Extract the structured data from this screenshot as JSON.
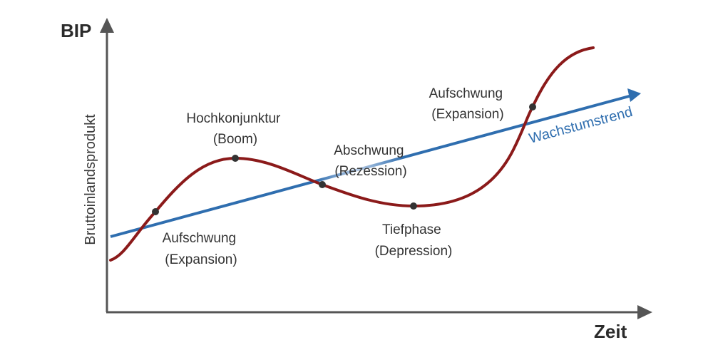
{
  "axes": {
    "y_title": "BIP",
    "y_description": "Bruttoinlandsprodukt",
    "x_title": "Zeit"
  },
  "trend": {
    "label": "Wachstumstrend",
    "color": "#2f6eaf"
  },
  "cycle": {
    "color": "#8b1a1a"
  },
  "phases": {
    "aufschwung_1": {
      "line1": "Aufschwung",
      "line2": "(Expansion)"
    },
    "hochkonjunktur": {
      "line1": "Hochkonjunktur",
      "line2": "(Boom)"
    },
    "abschwung": {
      "line1": "Abschwung",
      "line2": "(Rezession)"
    },
    "tiefphase": {
      "line1": "Tiefphase",
      "line2": "(Depression)"
    },
    "aufschwung_2": {
      "line1": "Aufschwung",
      "line2": "(Expansion)"
    }
  },
  "colors": {
    "axis": "#555555",
    "point": "#333333"
  }
}
